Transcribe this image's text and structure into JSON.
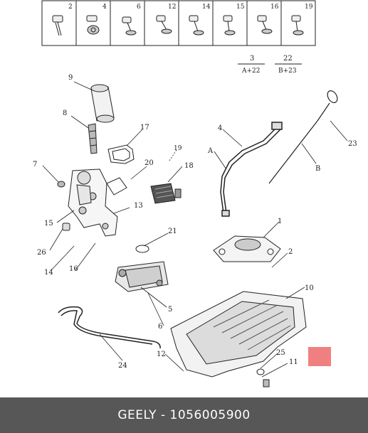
{
  "header_table": {
    "cells": [
      "2",
      "4",
      "6",
      "12",
      "14",
      "15",
      "16",
      "19"
    ]
  },
  "references": [
    {
      "top": "3",
      "bottom": "A+22"
    },
    {
      "top": "22",
      "bottom": "B+23"
    }
  ],
  "callouts": {
    "c1": "1",
    "c2": "2",
    "c4": "4",
    "c5": "5",
    "c6": "6",
    "c7": "7",
    "c8": "8",
    "c9": "9",
    "c10": "10",
    "c11": "11",
    "c12": "12",
    "c13": "13",
    "c14": "14",
    "c15": "15",
    "c16": "16",
    "c17": "17",
    "c18": "18",
    "c19": "19",
    "c20": "20",
    "c21": "21",
    "c23": "23",
    "c24": "24",
    "c25": "25",
    "c26": "26",
    "cA": "A",
    "cB": "B"
  },
  "marker_color": "#f08080",
  "footer": {
    "caption": "GEELY - 1056005900"
  }
}
